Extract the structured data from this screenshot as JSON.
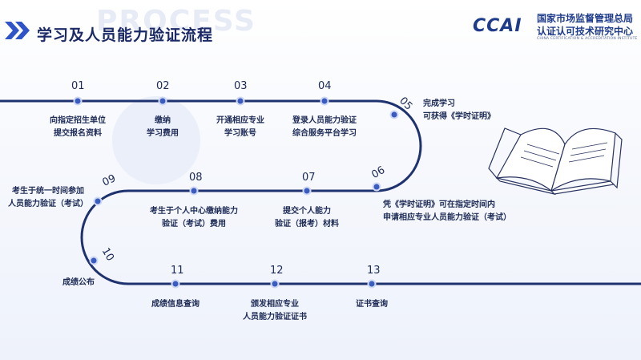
{
  "header": {
    "title": "学习及人员能力验证流程",
    "background_word": "PROCESS"
  },
  "logo": {
    "mark": "CCAI",
    "name_line1": "国家市场监督管理总局",
    "name_line2": "认证认可技术研究中心",
    "english": "CHINA CERTIFICATION & ACCREDITATION INSTITUTE"
  },
  "colors": {
    "line": "#1f3270",
    "node": "#3a5bbf",
    "accent": "#1f3c8c"
  },
  "steps": [
    {
      "num": "01",
      "lines": [
        "向指定招生单位",
        "提交报名资料"
      ]
    },
    {
      "num": "02",
      "lines": [
        "缴纳",
        "学习费用"
      ]
    },
    {
      "num": "03",
      "lines": [
        "开通相应专业",
        "学习账号"
      ]
    },
    {
      "num": "04",
      "lines": [
        "登录人员能力验证",
        "综合服务平台学习"
      ]
    },
    {
      "num": "05",
      "lines": [
        "完成学习",
        "可获得《学时证明》"
      ]
    },
    {
      "num": "06",
      "lines": [
        "凭《学时证明》可在指定时间内",
        "申请相应专业人员能力验证（考试）"
      ]
    },
    {
      "num": "07",
      "lines": [
        "提交个人能力",
        "验证（报考）材料"
      ]
    },
    {
      "num": "08",
      "lines": [
        "考生于个人中心缴纳能力",
        "验证（考试）费用"
      ]
    },
    {
      "num": "09",
      "lines": [
        "考生于统一时间参加",
        "人员能力验证（考试）"
      ]
    },
    {
      "num": "10",
      "lines": [
        "成绩公布"
      ]
    },
    {
      "num": "11",
      "lines": [
        "成绩信息查询"
      ]
    },
    {
      "num": "12",
      "lines": [
        "颁发相应专业",
        "人员能力验证证书"
      ]
    },
    {
      "num": "13",
      "lines": [
        "证书查询"
      ]
    }
  ]
}
